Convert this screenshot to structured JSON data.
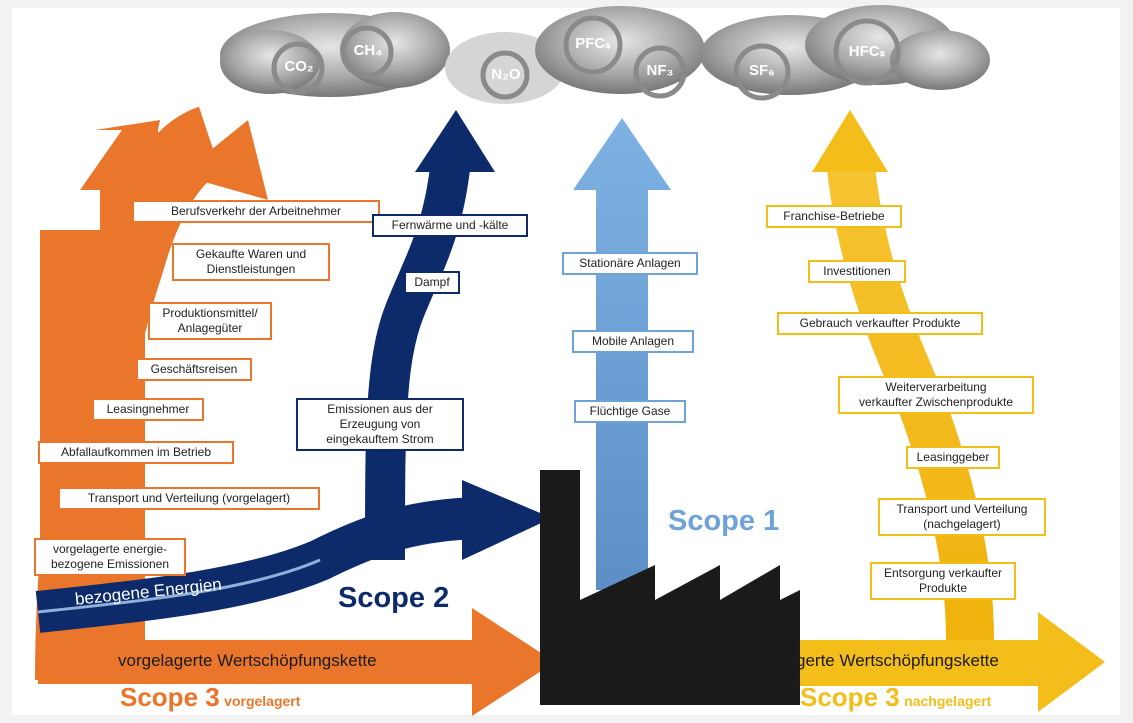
{
  "colors": {
    "scope3_up": "#e9762b",
    "scope2": "#0d2b6b",
    "scope1": "#6fa3d8",
    "scope3_down": "#f3bd1a",
    "factory": "#1a1a1a"
  },
  "gases": [
    "CO₂",
    "CH₄",
    "N₂O",
    "PFCₛ",
    "NF₃",
    "SF₆",
    "HFCₛ"
  ],
  "scope3_up": {
    "items": [
      "Berufsverkehr der Arbeitnehmer",
      "Gekaufte Waren und\nDienstleistungen",
      "Produktionsmittel/\nAnlagegüter",
      "Geschäftsreisen",
      "Leasingnehmer",
      "Abfallaufkommen im Betrieb",
      "Transport und Verteilung (vorgelagert)",
      "vorgelagerte energie-\nbezogene Emissionen"
    ],
    "chain_label": "vorgelagerte Wertschöpfungskette",
    "scope_label": "Scope 3",
    "scope_sub": "vorgelagert"
  },
  "scope2": {
    "items": [
      "Fernwärme und -kälte",
      "Dampf",
      "Emissionen aus der\nErzeugung von\neingekauftem Strom"
    ],
    "energy_label": "bezogene Energien",
    "scope_label": "Scope 2"
  },
  "scope1": {
    "items": [
      "Stationäre Anlagen",
      "Mobile Anlagen",
      "Flüchtige Gase"
    ],
    "scope_label": "Scope 1"
  },
  "scope3_down": {
    "items": [
      "Franchise-Betriebe",
      "Investitionen",
      "Gebrauch verkaufter Produkte",
      "Weiterverarbeitung\nverkaufter Zwischenprodukte",
      "Leasinggeber",
      "Transport und Verteilung\n(nachgelagert)",
      "Entsorgung verkaufter\nProdukte"
    ],
    "chain_label": "nachgelagerte Wertschöpfungskette",
    "scope_label": "Scope 3",
    "scope_sub": "nachgelagert"
  }
}
